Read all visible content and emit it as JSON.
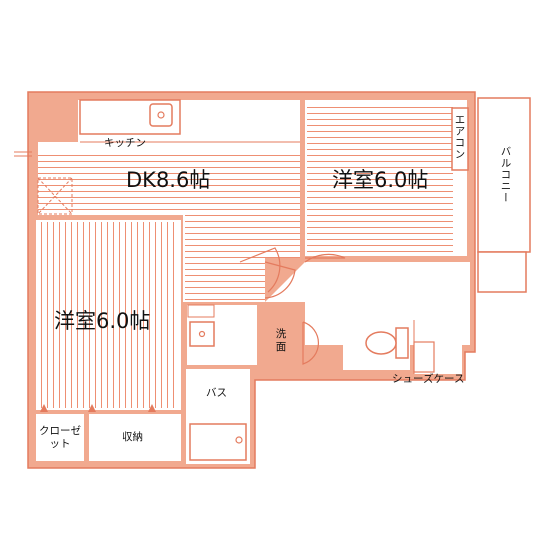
{
  "colors": {
    "wall": "#f1a98f",
    "wall_edge": "#e47b5e",
    "floor_line": "#ee8f73",
    "room_bg": "#ffffff",
    "text": "#111111"
  },
  "rooms": {
    "dk": "DK8.6帖",
    "western_east": "洋室6.0帖",
    "western_west": "洋室6.0帖",
    "kitchen": "キッチン",
    "aircon": "エアコン",
    "balcony": "バルコニー",
    "washroom": "洗面",
    "bath": "バス",
    "storage": "収納",
    "closet": "クローゼット",
    "shoe_case": "シューズケース"
  }
}
